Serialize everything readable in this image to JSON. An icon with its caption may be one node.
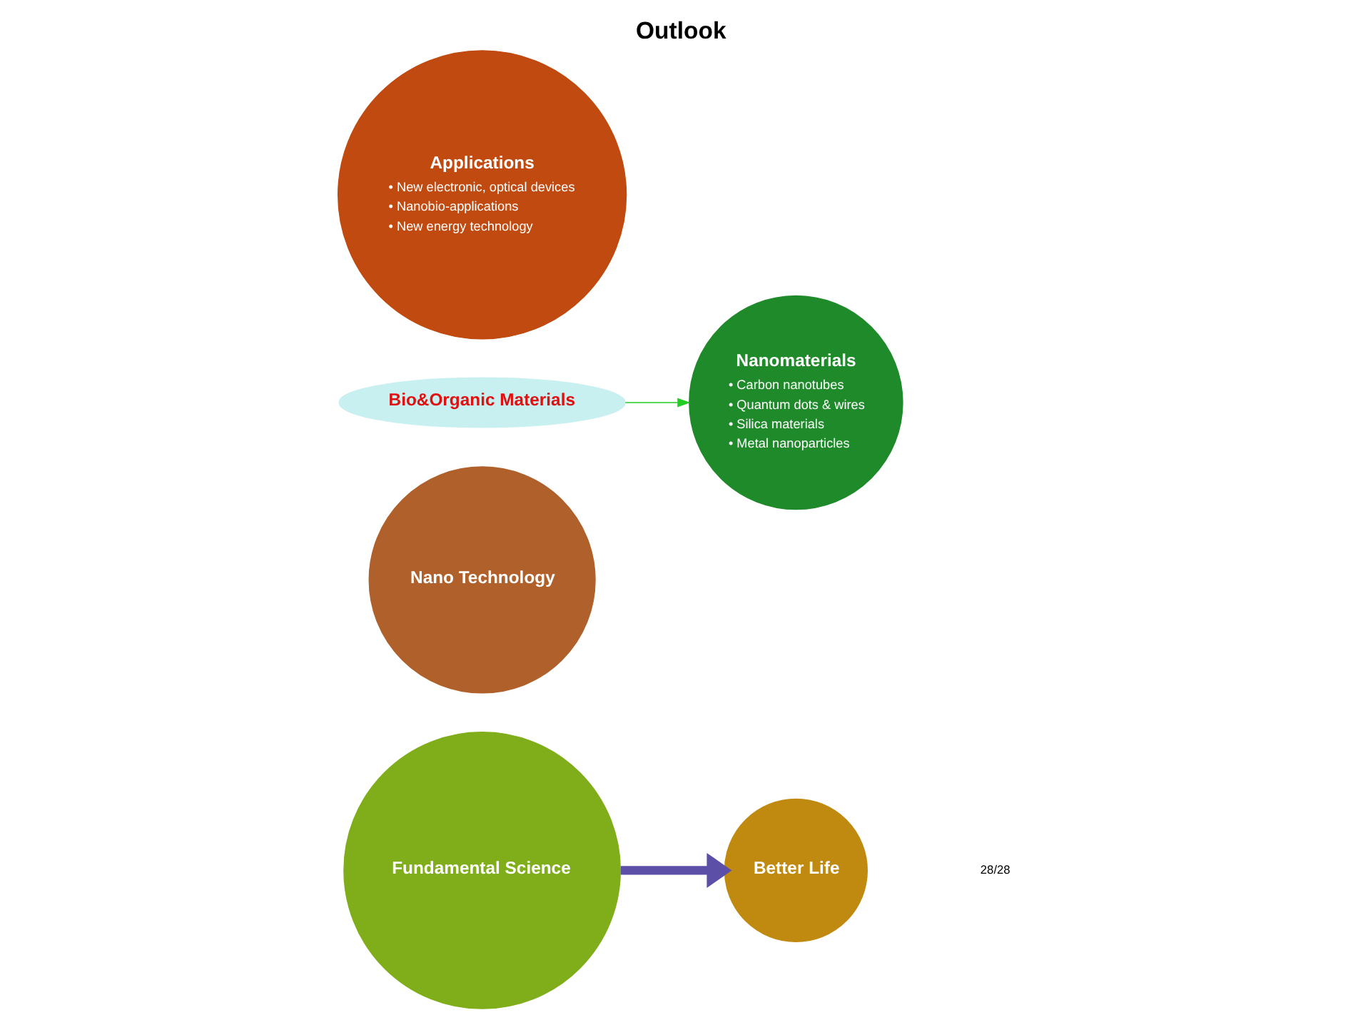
{
  "diagram": {
    "title": "Outlook",
    "nodes": [
      {
        "text": [
          "Fundamental Science"
        ]
      },
      {
        "text": [
          "Nano Technology"
        ]
      },
      {
        "text": [
          "Nanomaterials",
          "• Carbon nanotubes",
          "• Quantum dots & wires",
          "• Silica materials",
          "• Metal nanoparticles"
        ]
      },
      {
        "text": [
          "Bio&Organic Materials"
        ]
      },
      {
        "text": [
          "Applications",
          "• New electronic, optical devices",
          "• Nanobio-applications",
          "• New energy technology"
        ]
      },
      {
        "text": [
          "Better Life"
        ]
      }
    ],
    "edges": [
      {
        "from": 0,
        "to": 5,
        "arrow": "to",
        "style": "thick",
        "color": "#5b4fa8"
      },
      {
        "from": 3,
        "to": 2,
        "arrow": "to",
        "color": "#22cc22"
      }
    ],
    "labels": [
      "28/28"
    ]
  }
}
